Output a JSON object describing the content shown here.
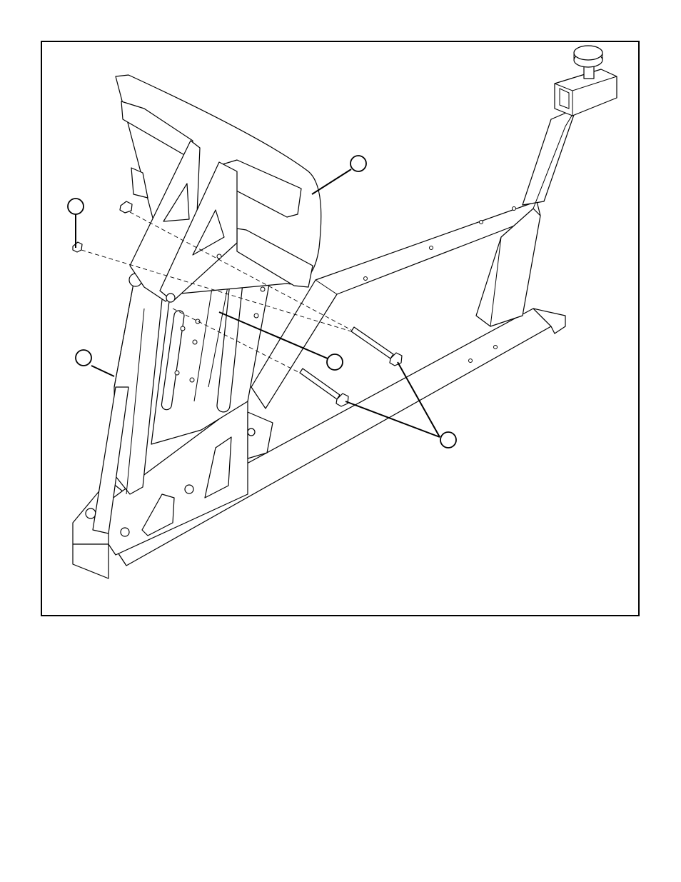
{
  "figure": {
    "callouts": [
      {
        "id": "footplate",
        "label": ""
      },
      {
        "id": "nut",
        "label": ""
      },
      {
        "id": "upright-frame",
        "label": ""
      },
      {
        "id": "carriage-bracket",
        "label": ""
      },
      {
        "id": "bolts",
        "label": ""
      }
    ]
  },
  "colors": {
    "line": "#000000",
    "background": "#ffffff"
  }
}
